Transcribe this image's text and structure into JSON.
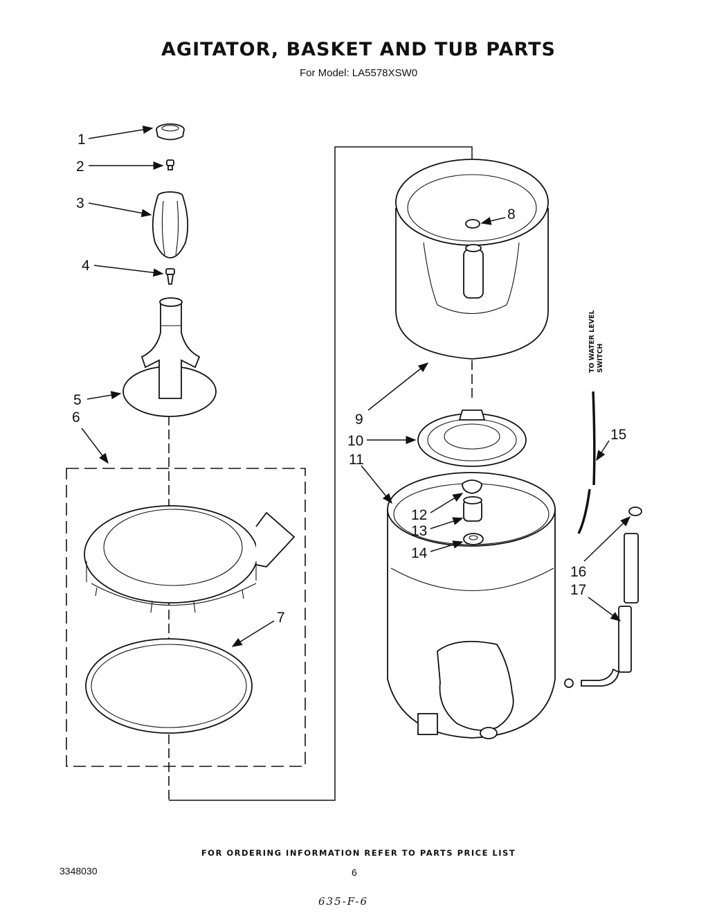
{
  "title": "AGITATOR, BASKET AND TUB PARTS",
  "subtitle": "For Model: LA5578XSW0",
  "side_label_line1": "TO WATER LEVEL",
  "side_label_line2": "SWITCH",
  "footer_note": "FOR ORDERING INFORMATION REFER TO PARTS PRICE LIST",
  "doc_number": "3348030",
  "page_number": "6",
  "handwritten_note": "635-F-6",
  "callouts": [
    "1",
    "2",
    "3",
    "4",
    "5",
    "6",
    "7",
    "8",
    "9",
    "10",
    "11",
    "12",
    "13",
    "14",
    "15",
    "16",
    "17"
  ]
}
